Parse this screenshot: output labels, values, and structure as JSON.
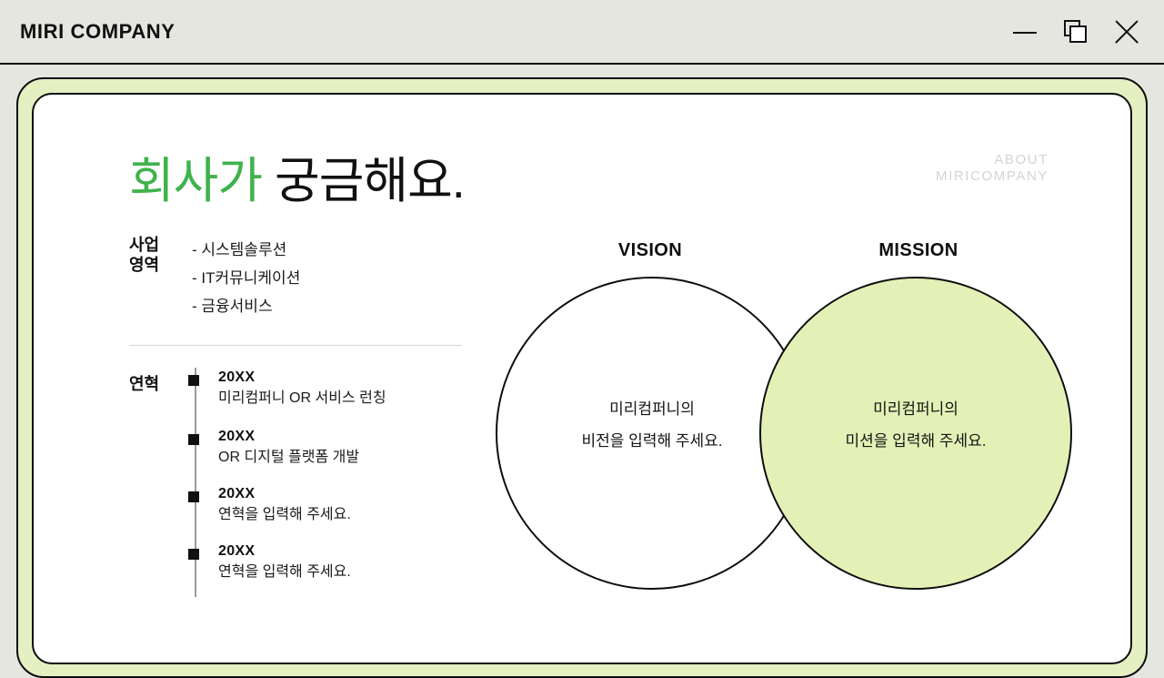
{
  "titlebar": {
    "app_title": "MIRI COMPANY",
    "controls": [
      {
        "name": "minimize",
        "label": "—"
      },
      {
        "name": "restore",
        "label": "❐"
      },
      {
        "name": "close",
        "label": "✕"
      }
    ]
  },
  "slide": {
    "heading": {
      "accent": "회사가",
      "rest": " 궁금해요.",
      "accent_color": "#3fb24c"
    },
    "about": {
      "line1": "ABOUT",
      "line2": "MIRICOMPANY"
    },
    "business": {
      "label_line1": "사업",
      "label_line2": "영역",
      "items": [
        "- 시스템솔루션",
        "- IT커뮤니케이션",
        "- 금융서비스"
      ]
    },
    "history": {
      "label": "연혁",
      "entries": [
        {
          "year": "20XX",
          "desc": "미리컴퍼니 OR 서비스 런칭"
        },
        {
          "year": "20XX",
          "desc": "OR 디지털 플랫폼 개발"
        },
        {
          "year": "20XX",
          "desc": "연혁을 입력해 주세요."
        },
        {
          "year": "20XX",
          "desc": "연혁을 입력해 주세요."
        }
      ]
    },
    "venn": {
      "vision": {
        "title": "VISION",
        "line1": "미리컴퍼니의",
        "line2": "비전을 입력해 주세요.",
        "fill": "#ffffff"
      },
      "mission": {
        "title": "MISSION",
        "line1": "미리컴퍼니의",
        "line2": "미션을 입력해 주세요.",
        "fill": "#e3f1b7"
      }
    }
  },
  "colors": {
    "page_background": "#e5e6df",
    "frame_band": "#e4f0c2",
    "slide_background": "#ffffff",
    "accent_green": "#3fb24c",
    "ink": "#0d0d0d"
  }
}
